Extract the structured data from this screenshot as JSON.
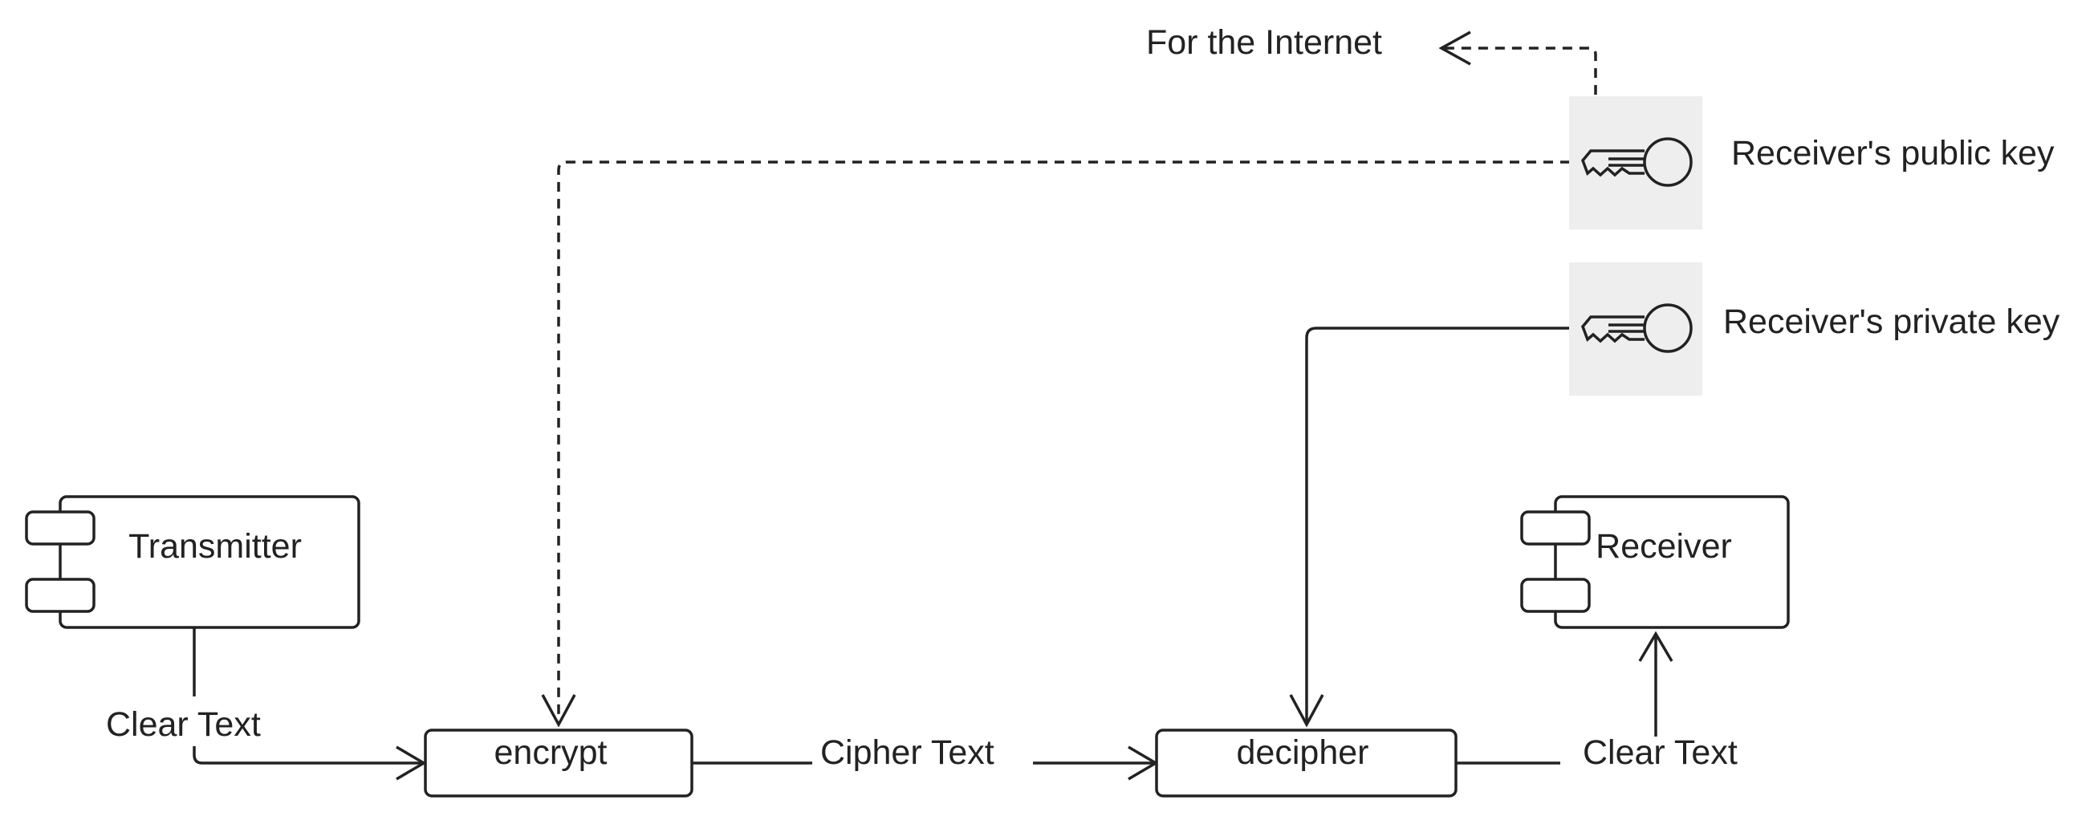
{
  "diagram": {
    "components": {
      "transmitter": "Transmitter",
      "receiver": "Receiver"
    },
    "processes": {
      "encrypt": "encrypt",
      "decipher": "decipher"
    },
    "keys": {
      "public_key": "Receiver's public key",
      "private_key": "Receiver's private key"
    },
    "edge_labels": {
      "internet": "For the Internet",
      "clear_text_in": "Clear Text",
      "cipher_text": "Cipher Text",
      "clear_text_out": "Clear Text"
    },
    "icons": {
      "component": "uml-component-icon",
      "key": "key-icon"
    },
    "colors": {
      "line": "#222222",
      "key_background": "#eeeeee"
    }
  }
}
